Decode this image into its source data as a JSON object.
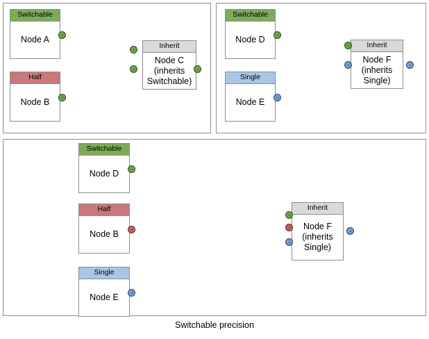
{
  "caption": "Switchable precision",
  "colors": {
    "switchable": "#7faa59",
    "half": "#c8797b",
    "single": "#a9c6e8",
    "inherit": "#d9d9d9",
    "dot_green": "#6fa34b",
    "dot_red": "#c4615f",
    "dot_blue": "#6f9fd0",
    "border": "#8c8c8c",
    "edge": "#5a5a5a",
    "background": "#ffffff"
  },
  "panels": [
    {
      "id": "top-left",
      "nodes": [
        {
          "id": "node-a",
          "header": "Switchable",
          "label": "Node A"
        },
        {
          "id": "node-b",
          "header": "Half",
          "label": "Node B"
        },
        {
          "id": "node-c",
          "header": "Inherit",
          "label": "Node C\n(inherits\nSwitchable)"
        }
      ],
      "edges": [
        {
          "from": "node-a",
          "to": "node-c",
          "port_color": "green"
        },
        {
          "from": "node-b",
          "to": "node-c",
          "port_color": "green"
        }
      ],
      "output_port": {
        "node": "node-c",
        "color": "green",
        "has_arrow": true
      }
    },
    {
      "id": "top-right",
      "nodes": [
        {
          "id": "node-d",
          "header": "Switchable",
          "label": "Node D"
        },
        {
          "id": "node-e",
          "header": "Single",
          "label": "Node E"
        },
        {
          "id": "node-f",
          "header": "Inherit",
          "label": "Node F\n(inherits\nSingle)"
        }
      ],
      "edges": [
        {
          "from": "node-d",
          "to": "node-f",
          "port_color": "green"
        },
        {
          "from": "node-e",
          "to": "node-f",
          "port_color": "blue"
        }
      ],
      "output_port": {
        "node": "node-f",
        "color": "blue",
        "has_arrow": true
      }
    },
    {
      "id": "bottom",
      "nodes": [
        {
          "id": "node-d2",
          "header": "Switchable",
          "label": "Node D"
        },
        {
          "id": "node-b2",
          "header": "Half",
          "label": "Node B"
        },
        {
          "id": "node-e2",
          "header": "Single",
          "label": "Node E"
        },
        {
          "id": "node-f2",
          "header": "Inherit",
          "label": "Node F\n(inherits\nSingle)"
        }
      ],
      "edges": [
        {
          "from": "node-d2",
          "to": "node-f2",
          "port_color": "green"
        },
        {
          "from": "node-b2",
          "to": "node-f2",
          "port_color": "red"
        },
        {
          "from": "node-e2",
          "to": "node-f2",
          "port_color": "blue"
        }
      ],
      "output_port": {
        "node": "node-f2",
        "color": "blue",
        "has_arrow": false
      }
    }
  ]
}
